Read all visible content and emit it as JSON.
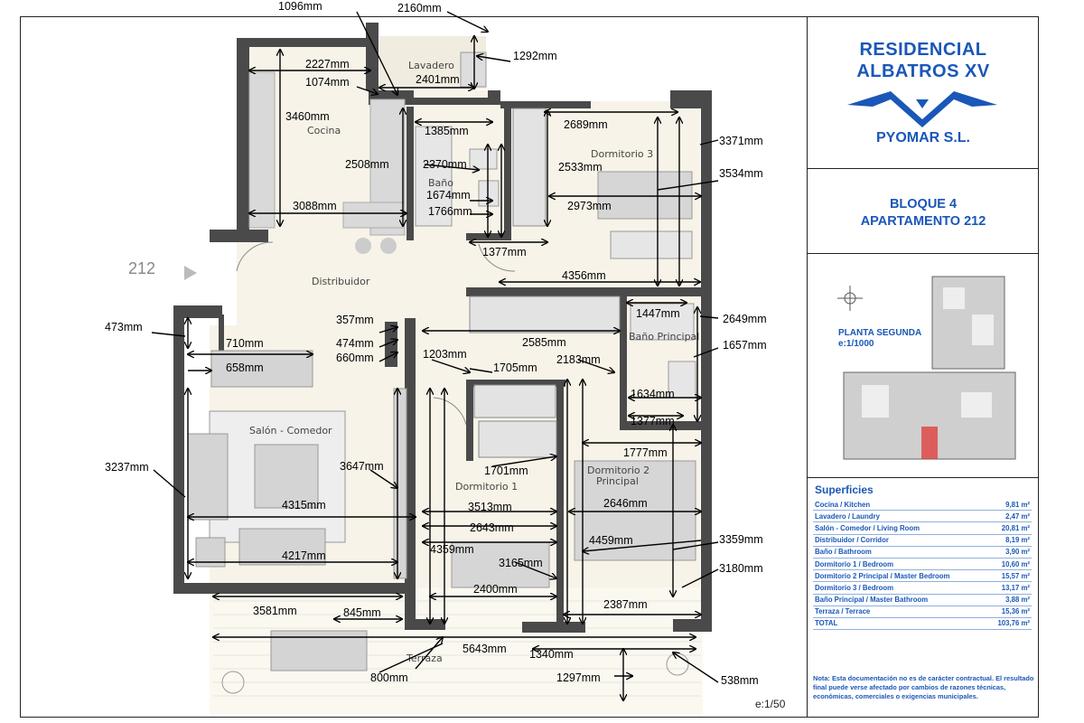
{
  "apartment_number": "212",
  "scale": "e:1/50",
  "rooms": {
    "lavadero": "Lavadero",
    "cocina": "Cocina",
    "bano": "Baño",
    "dormitorio3": "Dormitorio 3",
    "distribuidor": "Distribuidor",
    "bano_principal": "Baño Principal",
    "salon": "Salón - Comedor",
    "dormitorio1": "Dormitorio 1",
    "dormitorio2_a": "Dormitorio 2",
    "dormitorio2_b": "Principal",
    "terraza": "Terraza"
  },
  "dimensions": [
    "1096mm",
    "2160mm",
    "1292mm",
    "2227mm",
    "1074mm",
    "2401mm",
    "3460mm",
    "1385mm",
    "2689mm",
    "3371mm",
    "2508mm",
    "2370mm",
    "2533mm",
    "3534mm",
    "1674mm",
    "1766mm",
    "3088mm",
    "2973mm",
    "1377mm",
    "4356mm",
    "473mm",
    "357mm",
    "474mm",
    "660mm",
    "710mm",
    "658mm",
    "1447mm",
    "2649mm",
    "2585mm",
    "1657mm",
    "1203mm",
    "1705mm",
    "2183mm",
    "1634mm",
    "1377mm",
    "1777mm",
    "3237mm",
    "3647mm",
    "1701mm",
    "4315mm",
    "3513mm",
    "2643mm",
    "2646mm",
    "4217mm",
    "4359mm",
    "4459mm",
    "3165mm",
    "3359mm",
    "3180mm",
    "2400mm",
    "2387mm",
    "3581mm",
    "845mm",
    "5643mm",
    "1340mm",
    "800mm",
    "1297mm",
    "538mm"
  ],
  "sidebar": {
    "brand_line1": "RESIDENCIAL",
    "brand_line2": "ALBATROS XV",
    "company": "PYOMAR S.L.",
    "bloque": "BLOQUE 4",
    "apartamento": "APARTAMENTO 212",
    "planta_line1": "PLANTA SEGUNDA",
    "planta_line2": "e:1/1000",
    "brand_color": "#1a57b8",
    "superficies_title": "Superficies",
    "superficies": [
      {
        "label": "Cocina / Kitchen",
        "value": "9,81 m²"
      },
      {
        "label": "Lavadero / Laundry",
        "value": "2,47 m²"
      },
      {
        "label": "Salón - Comedor / Living Room",
        "value": "20,81 m²"
      },
      {
        "label": "Distribuidor / Corridor",
        "value": "8,19 m²"
      },
      {
        "label": "Baño / Bathroom",
        "value": "3,90 m²"
      },
      {
        "label": "Dormitorio 1 / Bedroom",
        "value": "10,60 m²"
      },
      {
        "label": "Dormitorio 2 Principal / Master Bedroom",
        "value": "15,57 m²"
      },
      {
        "label": "Dormitorio 3 / Bedroom",
        "value": "13,17 m²"
      },
      {
        "label": "Baño Principal / Master Bathroom",
        "value": "3,88 m²"
      },
      {
        "label": "Terraza / Terrace",
        "value": "15,36 m²"
      },
      {
        "label": "TOTAL",
        "value": "103,76 m²"
      }
    ],
    "note": "Nota: Esta documentación no es de carácter contractual. El resultado final puede verse afectado por cambios de razones técnicas, económicas, comerciales o exigencias municipales."
  }
}
